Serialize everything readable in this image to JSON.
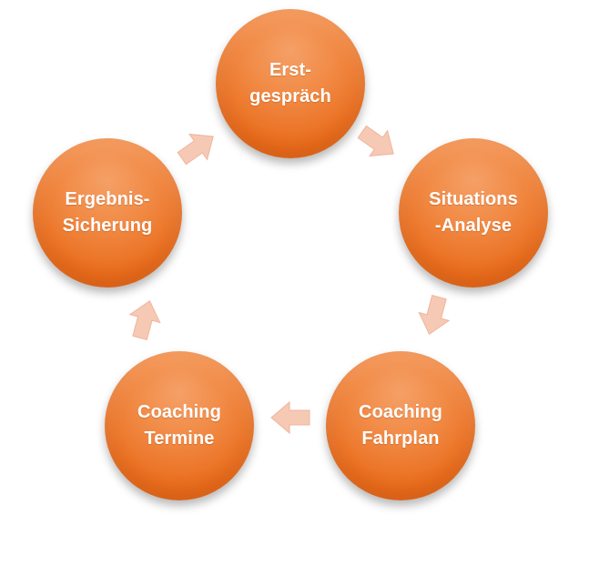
{
  "diagram": {
    "type": "cycle",
    "colors": {
      "node_fill": "#ee7a2f",
      "node_text": "#ffffff",
      "arrow_fill": "#f6c9b4"
    },
    "nodes": [
      {
        "id": "erstgespraech",
        "line1": "Erst-",
        "line2": "gespräch"
      },
      {
        "id": "situationsanalyse",
        "line1": "Situations",
        "line2": "-Analyse"
      },
      {
        "id": "coaching-fahrplan",
        "line1": "Coaching",
        "line2": "Fahrplan"
      },
      {
        "id": "coaching-termine",
        "line1": "Coaching",
        "line2": "Termine"
      },
      {
        "id": "ergebnissicherung",
        "line1": "Ergebnis-",
        "line2": "Sicherung"
      }
    ],
    "arrows": [
      {
        "from": "erstgespraech",
        "to": "situationsanalyse",
        "icon": "arrow-right-down-icon"
      },
      {
        "from": "situationsanalyse",
        "to": "coaching-fahrplan",
        "icon": "arrow-down-icon"
      },
      {
        "from": "coaching-fahrplan",
        "to": "coaching-termine",
        "icon": "arrow-left-icon"
      },
      {
        "from": "coaching-termine",
        "to": "ergebnissicherung",
        "icon": "arrow-up-icon"
      },
      {
        "from": "ergebnissicherung",
        "to": "erstgespraech",
        "icon": "arrow-up-right-icon"
      }
    ]
  }
}
